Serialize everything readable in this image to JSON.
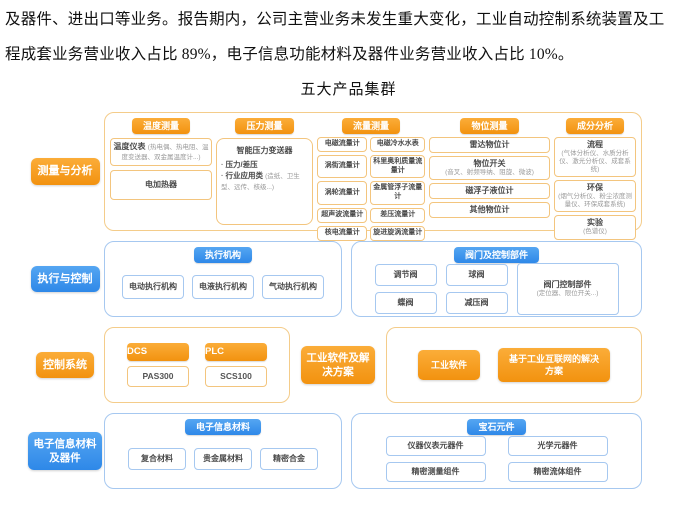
{
  "document": {
    "paragraph_lines": [
      "及器件、进出口等业务。报告期内，公司主营业务未发生重大变化，工业自动控制系统装置及工",
      "程成套业务营业收入占比 89%，电子信息功能材料及器件业务营业收入占比 10%。"
    ],
    "title": "五大产品集群"
  },
  "colors": {
    "orange_accent": "#F7941E",
    "blue_accent": "#3B8FE8",
    "orange_border": "#F3C57E",
    "blue_border": "#A6C8F0"
  },
  "cluster1": {
    "label": "测量与分析",
    "temp": {
      "header": "温度测量",
      "item1_name": "温度仪表",
      "item1_sub": "(热电偶、热电阻、温度变送器、双金属温度计...)",
      "item2": "电加热器"
    },
    "pressure": {
      "header": "压力测量",
      "title": "智能压力变送器",
      "bullet1": "压力/差压",
      "bullet2_name": "行业应用类",
      "bullet2_sub": "(造纸、卫生型、远传、核级...)"
    },
    "flow": {
      "header": "流量测量",
      "col1": [
        "电磁流量计",
        "涡街流量计",
        "涡轮流量计",
        "超声波流量计",
        "核电流量计"
      ],
      "col2": [
        "电磁冷水水表",
        "科里奥利质量流量计",
        "金属管浮子流量计",
        "差压流量计",
        "旋进旋涡流量计"
      ]
    },
    "level": {
      "header": "物位测量",
      "item1": "雷达物位计",
      "item2_name": "物位开关",
      "item2_sub": "(音叉、射频导纳、阻旋、微波)",
      "item3": "磁浮子液位计",
      "item4": "其他物位计"
    },
    "analysis": {
      "header": "成分分析",
      "item1_name": "流程",
      "item1_sub": "(气体分析仪、水质分析仪、激光分析仪、成套系统)",
      "item2_name": "环保",
      "item2_sub": "(烟气分析仪、粉尘浓度测量仪、环保成套系统)",
      "item3_name": "实验",
      "item3_sub": "(色谱仪)"
    }
  },
  "cluster2": {
    "label": "执行与控制",
    "actuators": {
      "header": "执行机构",
      "items": [
        "电动执行机构",
        "电液执行机构",
        "气动执行机构"
      ]
    },
    "valves": {
      "header": "阀门及控制部件",
      "items": [
        "调节阀",
        "球阀",
        "蝶阀",
        "减压阀"
      ],
      "control_name": "阀门控制部件",
      "control_sub": "(定位器、限位开关...)"
    }
  },
  "cluster3": {
    "label": "控制系统",
    "dcs_header": "DCS",
    "dcs_item": "PAS300",
    "plc_header": "PLC",
    "plc_item": "SCS100"
  },
  "cluster4": {
    "label": "工业软件及解决方案",
    "item1": "工业软件",
    "item2": "基于工业互联网的解决方案"
  },
  "cluster5": {
    "label": "电子信息材料及器件",
    "materials": {
      "header": "电子信息材料",
      "items": [
        "复合材料",
        "贵金属材料",
        "精密合金"
      ]
    },
    "gem": {
      "header": "宝石元件",
      "items": [
        "仪器仪表元器件",
        "光学元器件",
        "精密测量组件",
        "精密流体组件"
      ]
    }
  }
}
